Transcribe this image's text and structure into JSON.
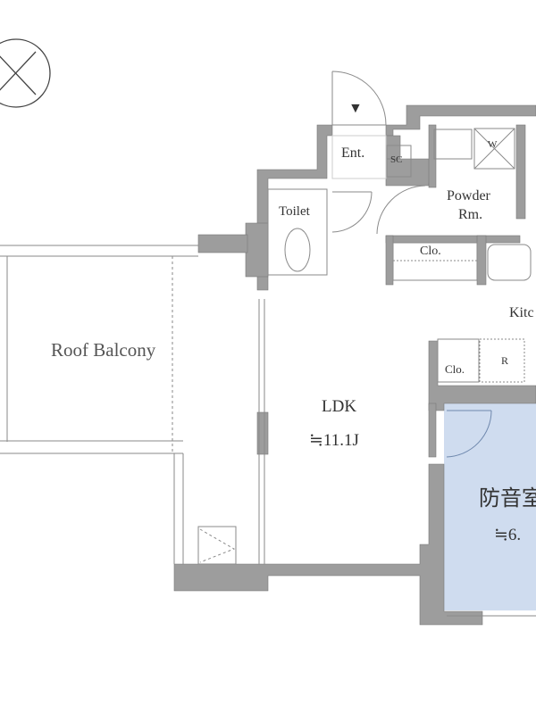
{
  "plan": {
    "rooms": {
      "entrance": "Ent.",
      "shoe_closet": "SC",
      "toilet": "Toilet",
      "powder_room_line1": "Powder",
      "powder_room_line2": "Rm.",
      "washer": "W",
      "closet_1": "Clo.",
      "closet_2": "Clo.",
      "kitchen": "Kitc",
      "refrigerator": "R",
      "roof_balcony": "Roof Balcony",
      "ldk": "LDK",
      "ldk_area": "≒11.1J",
      "soundproof_room": "防音室",
      "soundproof_area": "≒6."
    },
    "colors": {
      "wall": "#9d9d9d",
      "soundproof_room_fill": "#cfdcef",
      "line": "#8a8a8a"
    }
  }
}
